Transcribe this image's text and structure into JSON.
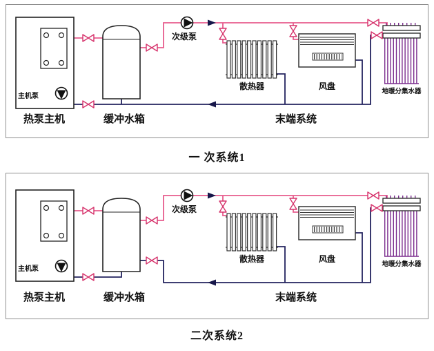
{
  "colors": {
    "supply_pipe": "#e75c8d",
    "return_pipe": "#23235f",
    "valve": "#d6336c",
    "manifold": "#7b2d8e",
    "arrow": "#17174a"
  },
  "system1": {
    "title": "一 次系统1",
    "labels": {
      "heat_pump": "热泵主机",
      "main_pump": "主机泵",
      "buffer_tank": "缓冲水箱",
      "secondary_pump": "次级泵",
      "radiator": "散热器",
      "fan_coil": "风盘",
      "manifold": "地暖分集水器",
      "terminal_system": "末端系统"
    }
  },
  "system2": {
    "title": "二次系统2",
    "labels": {
      "heat_pump": "热泵主机",
      "main_pump": "主机泵",
      "buffer_tank": "缓冲水箱",
      "secondary_pump": "次级泵",
      "radiator": "散热器",
      "fan_coil": "风盘",
      "manifold": "地暖分集水器",
      "terminal_system": "末端系统"
    }
  }
}
